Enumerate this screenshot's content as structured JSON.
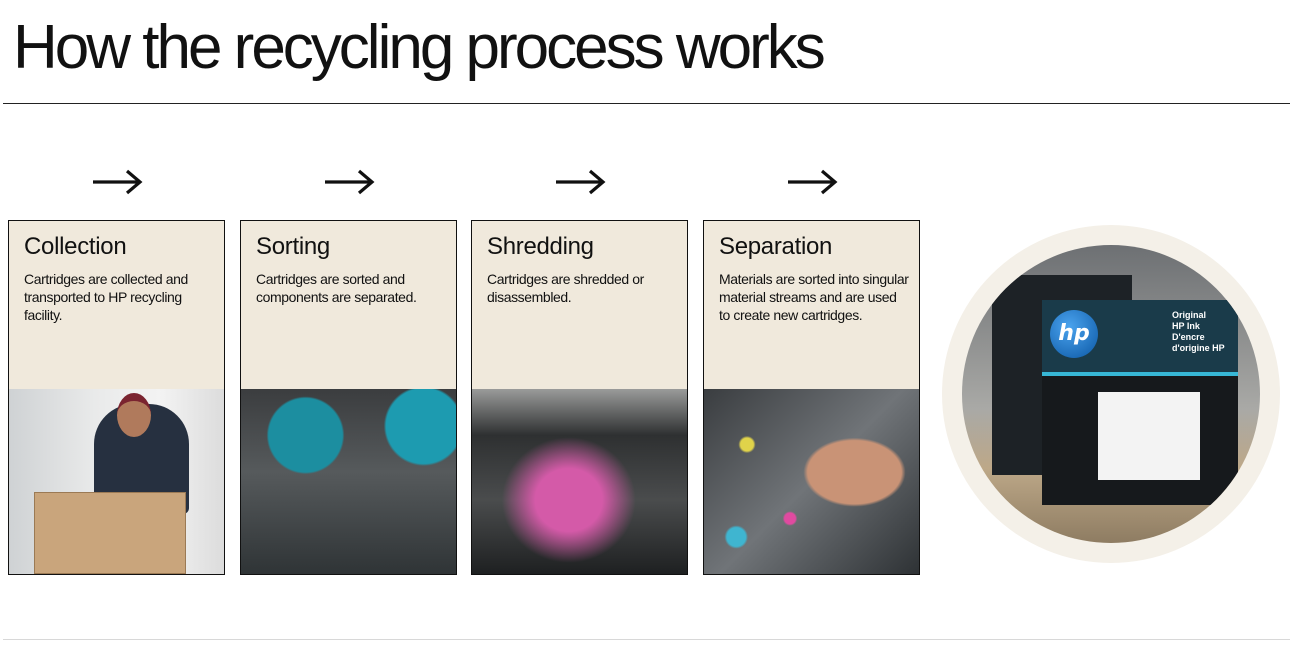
{
  "page": {
    "title": "How the recycling process works"
  },
  "steps": [
    {
      "title": "Collection",
      "description": "Cartridges are collected and transported to HP recycling facility."
    },
    {
      "title": "Sorting",
      "description": "Cartridges are sorted and components are separated."
    },
    {
      "title": "Shredding",
      "description": "Cartridges are shredded or disassembled."
    },
    {
      "title": "Separation",
      "description": "Materials are sorted into singular material streams and are used to create new cartridges."
    }
  ],
  "product_image": {
    "logo": "hp",
    "package_text": "Original\nHP Ink\nD'encre\nd'origine HP"
  },
  "icons": {
    "arrow": "arrow-right-icon"
  }
}
